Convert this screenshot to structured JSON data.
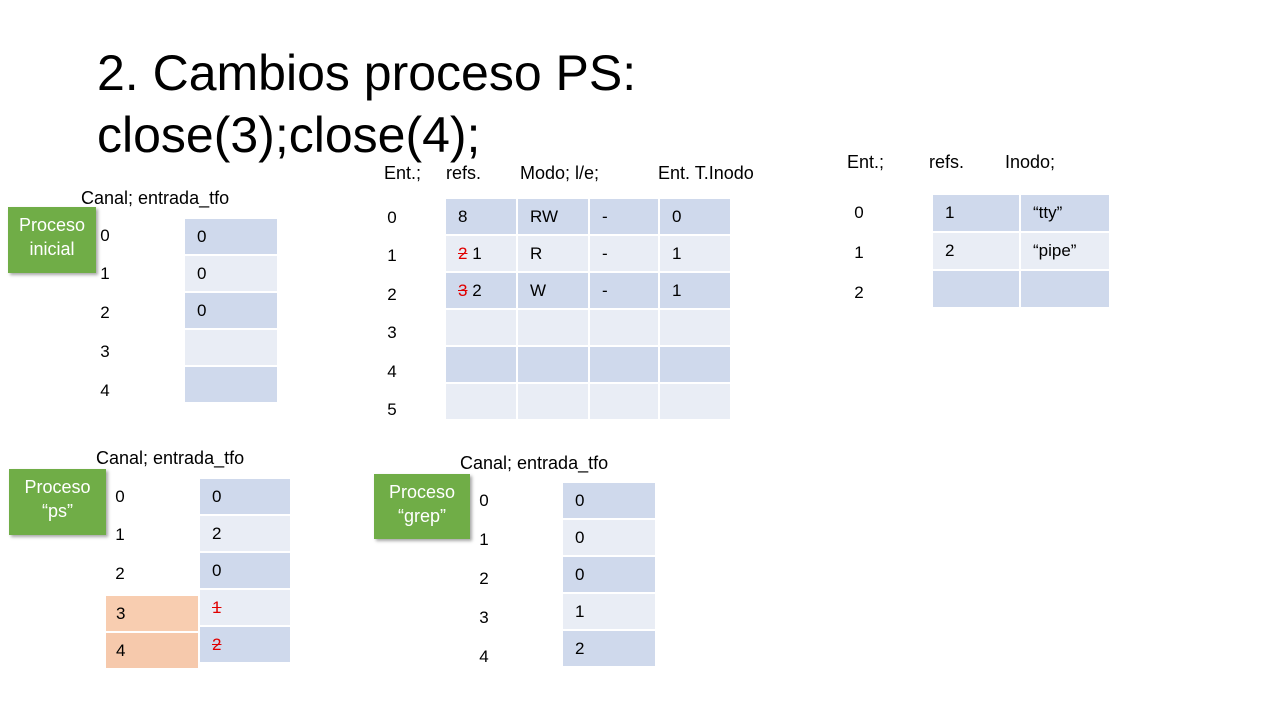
{
  "title": "2. Cambios proceso PS: close(3);close(4);",
  "inicial": {
    "box": "Proceso inicial",
    "header": "Canal; entrada_tfo",
    "rows": [
      {
        "canal": "0",
        "entrada": "0"
      },
      {
        "canal": "1",
        "entrada": "0"
      },
      {
        "canal": "2",
        "entrada": "0"
      },
      {
        "canal": "3",
        "entrada": ""
      },
      {
        "canal": "4",
        "entrada": ""
      }
    ]
  },
  "ficheros": {
    "h_ent": "Ent.;",
    "h_refs": "refs.",
    "h_modo": "Modo; l/e;",
    "h_inodo": "Ent. T.Inodo",
    "rows": [
      {
        "ent": "0",
        "refs_old": "",
        "refs": "8",
        "modo": "RW",
        "le": "-",
        "inodo": "0"
      },
      {
        "ent": "1",
        "refs_old": "2",
        "refs": "1",
        "modo": "R",
        "le": "-",
        "inodo": "1"
      },
      {
        "ent": "2",
        "refs_old": "3",
        "refs": "2",
        "modo": "W",
        "le": "-",
        "inodo": "1"
      },
      {
        "ent": "3",
        "refs_old": "",
        "refs": "",
        "modo": "",
        "le": "",
        "inodo": ""
      },
      {
        "ent": "4",
        "refs_old": "",
        "refs": "",
        "modo": "",
        "le": "",
        "inodo": ""
      },
      {
        "ent": "5",
        "refs_old": "",
        "refs": "",
        "modo": "",
        "le": "",
        "inodo": ""
      }
    ]
  },
  "inodos": {
    "h_ent": "Ent.;",
    "h_refs": "refs.",
    "h_inodo": "Inodo;",
    "rows": [
      {
        "ent": "0",
        "refs": "1",
        "inodo": "“tty”"
      },
      {
        "ent": "1",
        "refs": "2",
        "inodo": "“pipe”"
      },
      {
        "ent": "2",
        "refs": "",
        "inodo": ""
      }
    ]
  },
  "ps": {
    "box": "Proceso “ps”",
    "header": "Canal; entrada_tfo",
    "rows": [
      {
        "canal": "0",
        "entrada": "0"
      },
      {
        "canal": "1",
        "entrada": "2"
      },
      {
        "canal": "2",
        "entrada": "0"
      },
      {
        "canal": "3",
        "entrada": "1"
      },
      {
        "canal": "4",
        "entrada": "2"
      }
    ]
  },
  "grep": {
    "box": "Proceso “grep”",
    "header": "Canal; entrada_tfo",
    "rows": [
      {
        "canal": "0",
        "entrada": "0"
      },
      {
        "canal": "1",
        "entrada": "0"
      },
      {
        "canal": "2",
        "entrada": "0"
      },
      {
        "canal": "3",
        "entrada": "1"
      },
      {
        "canal": "4",
        "entrada": "2"
      }
    ]
  },
  "colors": {
    "table_dark": "#cfd9ec",
    "table_light": "#e9edf5",
    "process_box": "#70ad47",
    "closed_channel": "#f6c9ac",
    "strike": "#e00000"
  }
}
